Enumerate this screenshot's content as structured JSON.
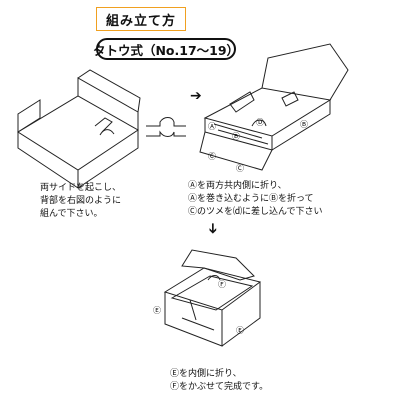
{
  "title": "組み立て方",
  "subtitle": "タトウ式（No.17〜19）",
  "arrow_right": "➔",
  "arrow_down": "➔",
  "step1_instructions": [
    "両サイドを起こし、",
    "背部を右図のように",
    "組んで下さい。"
  ],
  "step2_instructions": [
    "Ⓐを両方共内側に折り、",
    "Ⓐを巻き込むようにⒷを折って",
    "Ⓒのツメを⒟に差し込んで下さい"
  ],
  "step3_instructions": [
    "Ⓔを内側に折り、",
    "Ⓕをかぶせて完成です。"
  ],
  "labels": {
    "a": "Ⓐ",
    "b": "Ⓑ",
    "c": "Ⓒ",
    "d": "Ⓓ",
    "e": "Ⓔ",
    "f": "Ⓕ"
  }
}
